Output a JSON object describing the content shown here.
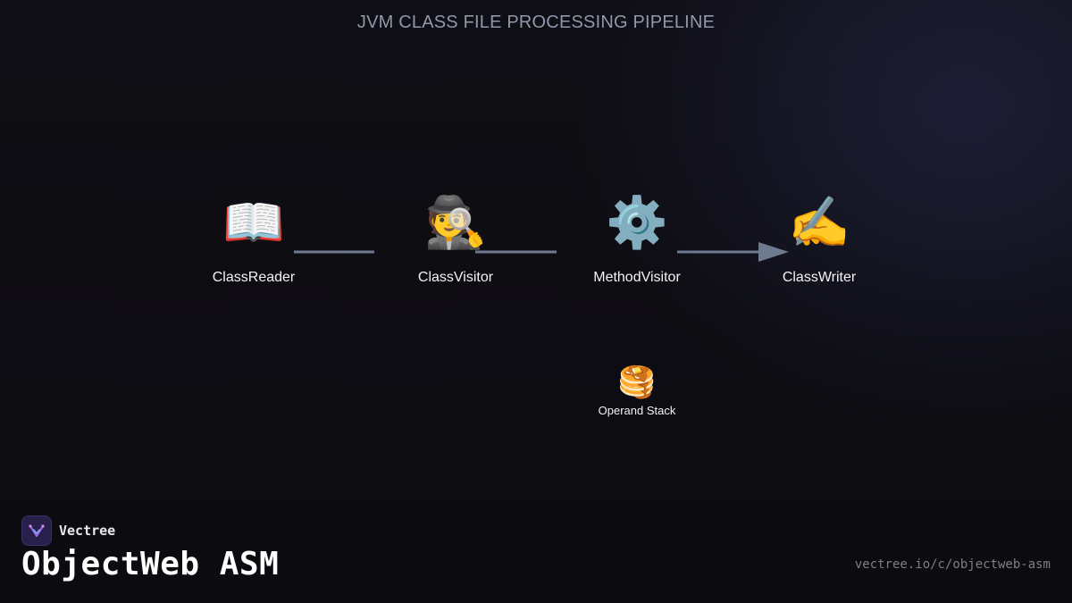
{
  "diagram": {
    "title": "JVM CLASS FILE PROCESSING PIPELINE",
    "nodes": [
      {
        "id": "class-reader",
        "icon": "open-book-icon",
        "glyph": "📖",
        "label": "ClassReader"
      },
      {
        "id": "class-visitor",
        "icon": "detective-icon",
        "glyph": "🕵️",
        "label": "ClassVisitor"
      },
      {
        "id": "method-visitor",
        "icon": "gear-icon",
        "glyph": "⚙️",
        "label": "MethodVisitor"
      },
      {
        "id": "class-writer",
        "icon": "writing-hand-icon",
        "glyph": "✍️",
        "label": "ClassWriter"
      }
    ],
    "side_node": {
      "id": "operand-stack",
      "icon": "pancakes-icon",
      "glyph": "🥞",
      "label": "Operand Stack"
    },
    "edges": [
      {
        "from": "class-reader",
        "to": "class-visitor",
        "arrow": false
      },
      {
        "from": "class-visitor",
        "to": "method-visitor",
        "arrow": false
      },
      {
        "from": "method-visitor",
        "to": "class-writer",
        "arrow": true
      }
    ],
    "colors": {
      "connector": "#6e7a90",
      "title": "#8e98aa"
    }
  },
  "footer": {
    "brand_name": "Vectree",
    "brand_icon": "vectree-logo-icon",
    "product_name": "ObjectWeb ASM",
    "url": "vectree.io/c/objectweb-asm"
  }
}
